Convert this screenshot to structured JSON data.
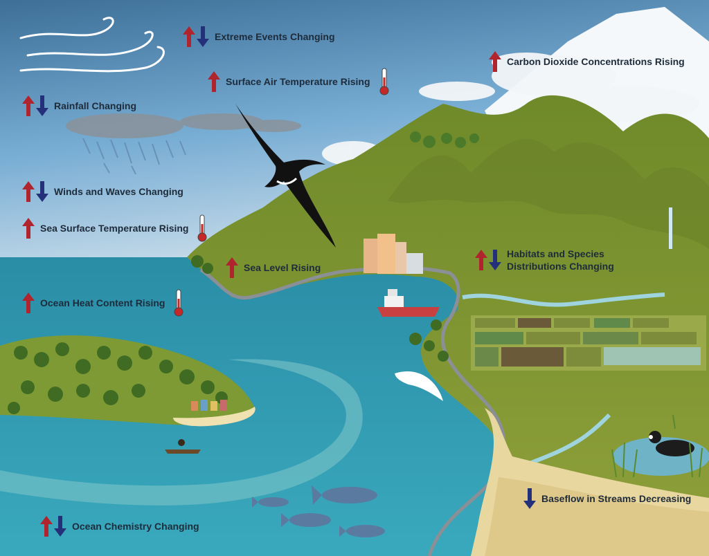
{
  "labels": {
    "extreme_events": "Extreme Events Changing",
    "co2": "Carbon Dioxide Concentrations Rising",
    "surface_air_temp": "Surface Air Temperature Rising",
    "rainfall": "Rainfall Changing",
    "winds_waves": "Winds and Waves Changing",
    "sst": "Sea Surface Temperature Rising",
    "sea_level": "Sea Level Rising",
    "habitats": "Habitats and Species\nDistributions Changing",
    "ocean_heat": "Ocean Heat Content Rising",
    "baseflow": "Baseflow in Streams Decreasing",
    "ocean_chem": "Ocean Chemistry Changing"
  },
  "colors": {
    "up_arrow": "#b0242e",
    "down_arrow": "#25307a",
    "ocean": "#2f9ab0",
    "land": "#8a9a36",
    "sky": "#6fa6cf"
  },
  "icons": {
    "up": "up-arrow-icon",
    "down": "down-arrow-icon",
    "thermometer": "thermometer-icon"
  }
}
